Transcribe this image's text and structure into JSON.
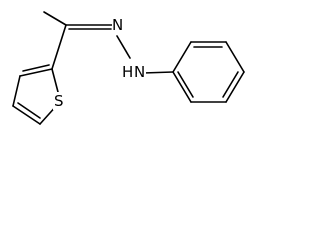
{
  "structure": {
    "atoms": {
      "nitrogen_1": "N",
      "nitrogen_2": "N",
      "hydrogen_on_nitrogen": "H",
      "sulfur": "S"
    }
  }
}
